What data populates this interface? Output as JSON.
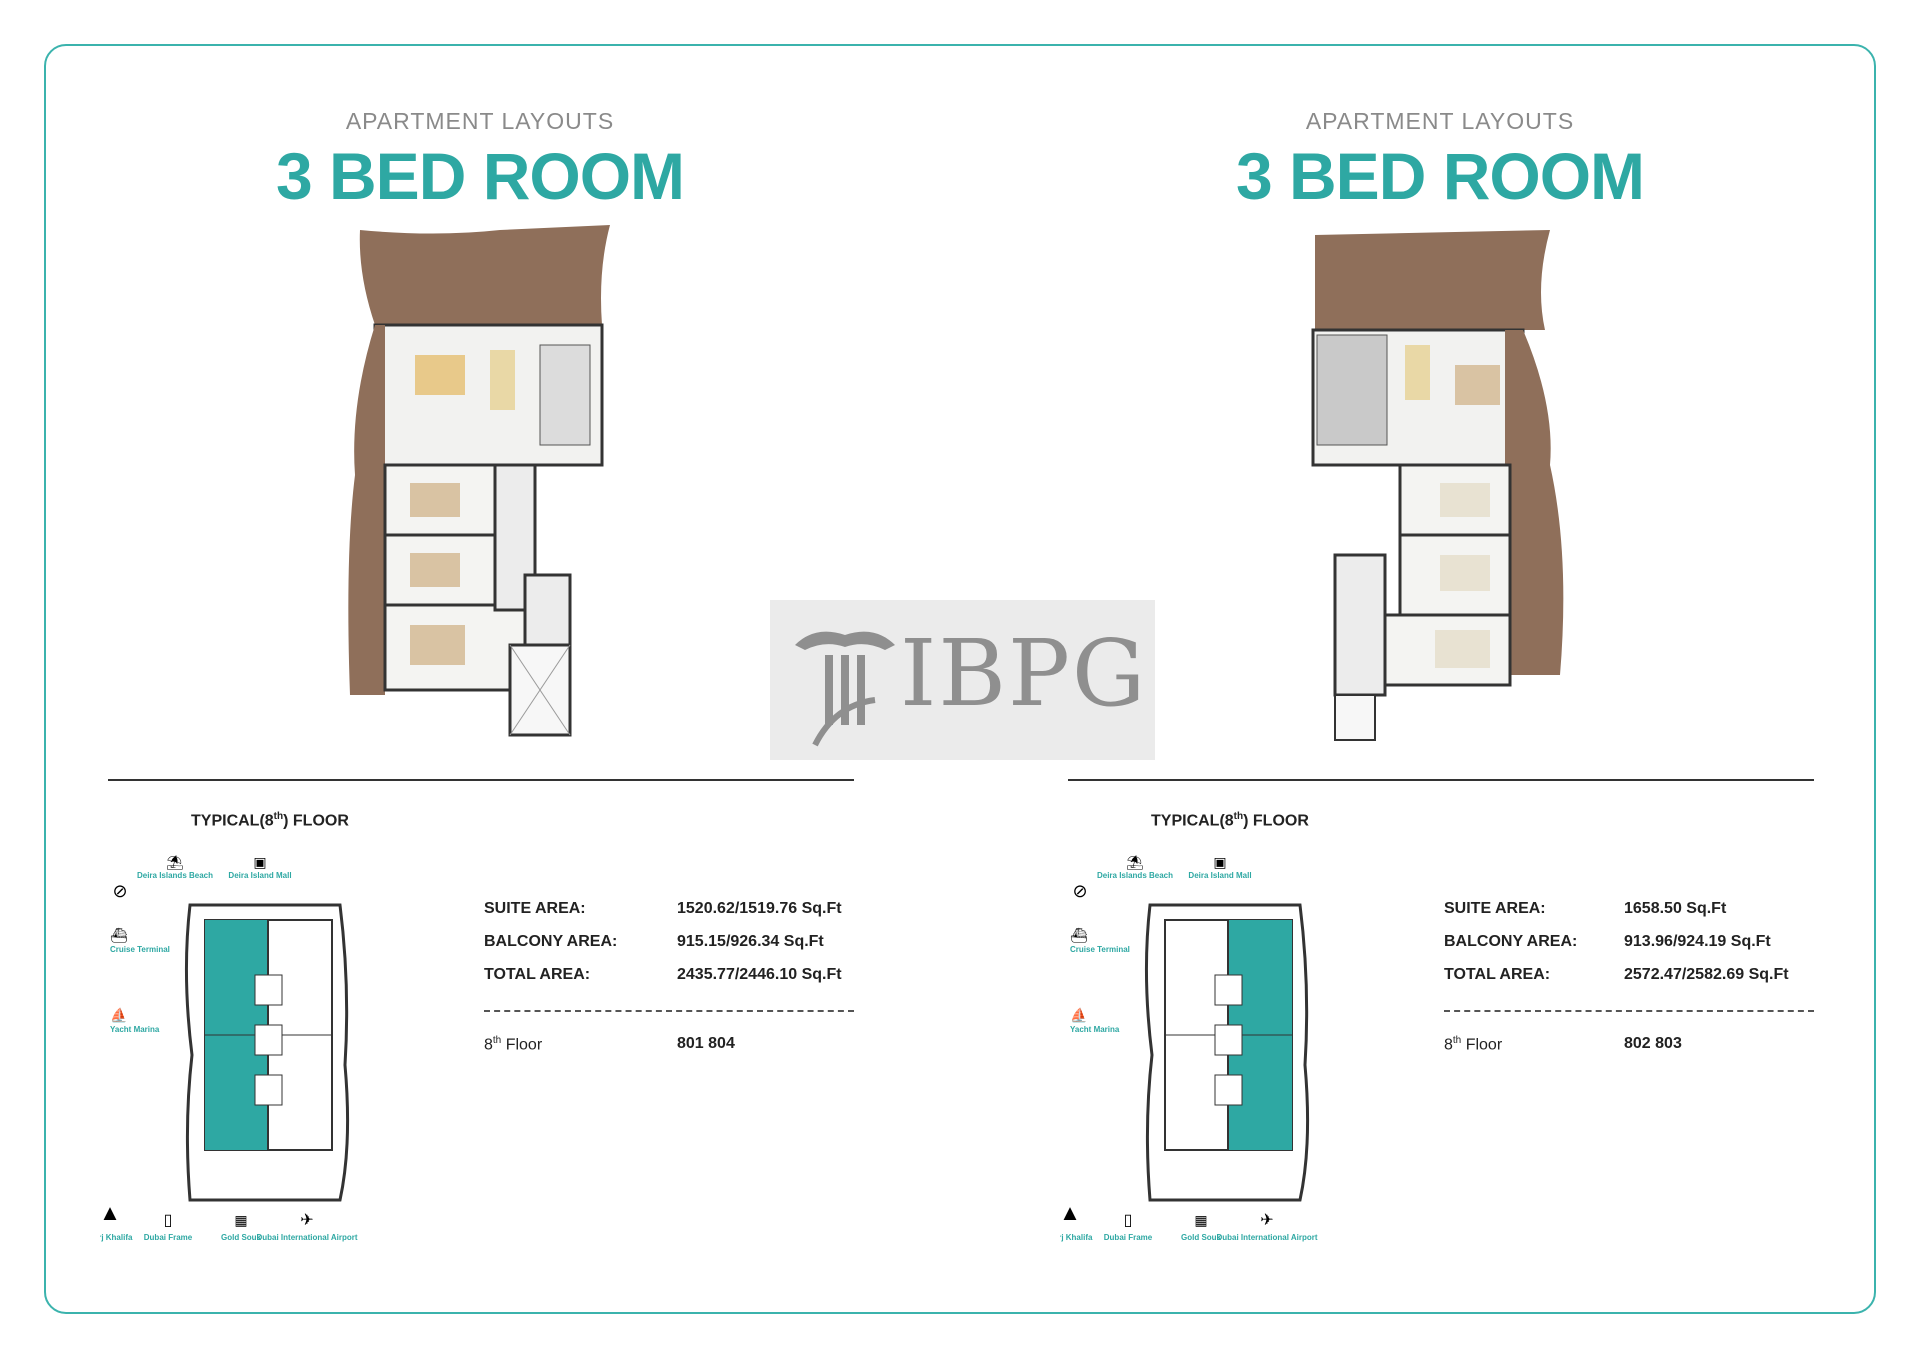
{
  "colors": {
    "accent": "#2ea8a3",
    "border": "#3bb3ad",
    "wood": "#8f6f5a",
    "text": "#222222"
  },
  "watermark": "IBPG",
  "layouts": [
    {
      "kicker": "APARTMENT LAYOUTS",
      "title": "3 BED ROOM",
      "floor_label": "TYPICAL(8",
      "floor_sup": "th",
      "floor_label_end": ") FLOOR",
      "suite_area_label": "SUITE AREA:",
      "suite_area": "1520.62/1519.76 Sq.Ft",
      "balcony_area_label": "BALCONY AREA:",
      "balcony_area": "915.15/926.34 Sq.Ft",
      "total_area_label": "TOTAL AREA:",
      "total_area": "2435.77/2446.10 Sq.Ft",
      "unit_floor_prefix": "8",
      "unit_floor_sup": "th",
      "unit_floor_label": " Floor",
      "units": "801  804",
      "highlight_side": "left",
      "pois": {
        "beach": "Deira Islands Beach",
        "mall": "Deira Island Mall",
        "cruise": "Cruise Terminal",
        "marina": "Yacht Marina",
        "burj": "Burj Khalifa",
        "frame": "Dubai Frame",
        "souk": "Gold Souk",
        "airport": "Dubai International Airport"
      }
    },
    {
      "kicker": "APARTMENT LAYOUTS",
      "title": "3 BED ROOM",
      "floor_label": "TYPICAL(8",
      "floor_sup": "th",
      "floor_label_end": ") FLOOR",
      "suite_area_label": "SUITE AREA:",
      "suite_area": "1658.50 Sq.Ft",
      "balcony_area_label": "BALCONY AREA:",
      "balcony_area": "913.96/924.19 Sq.Ft",
      "total_area_label": "TOTAL AREA:",
      "total_area": "2572.47/2582.69 Sq.Ft",
      "unit_floor_prefix": "8",
      "unit_floor_sup": "th",
      "unit_floor_label": " Floor",
      "units": "802  803",
      "highlight_side": "right",
      "pois": {
        "beach": "Deira Islands Beach",
        "mall": "Deira Island Mall",
        "cruise": "Cruise Terminal",
        "marina": "Yacht Marina",
        "burj": "Burj Khalifa",
        "frame": "Dubai Frame",
        "souk": "Gold Souk",
        "airport": "Dubai International Airport"
      }
    }
  ]
}
